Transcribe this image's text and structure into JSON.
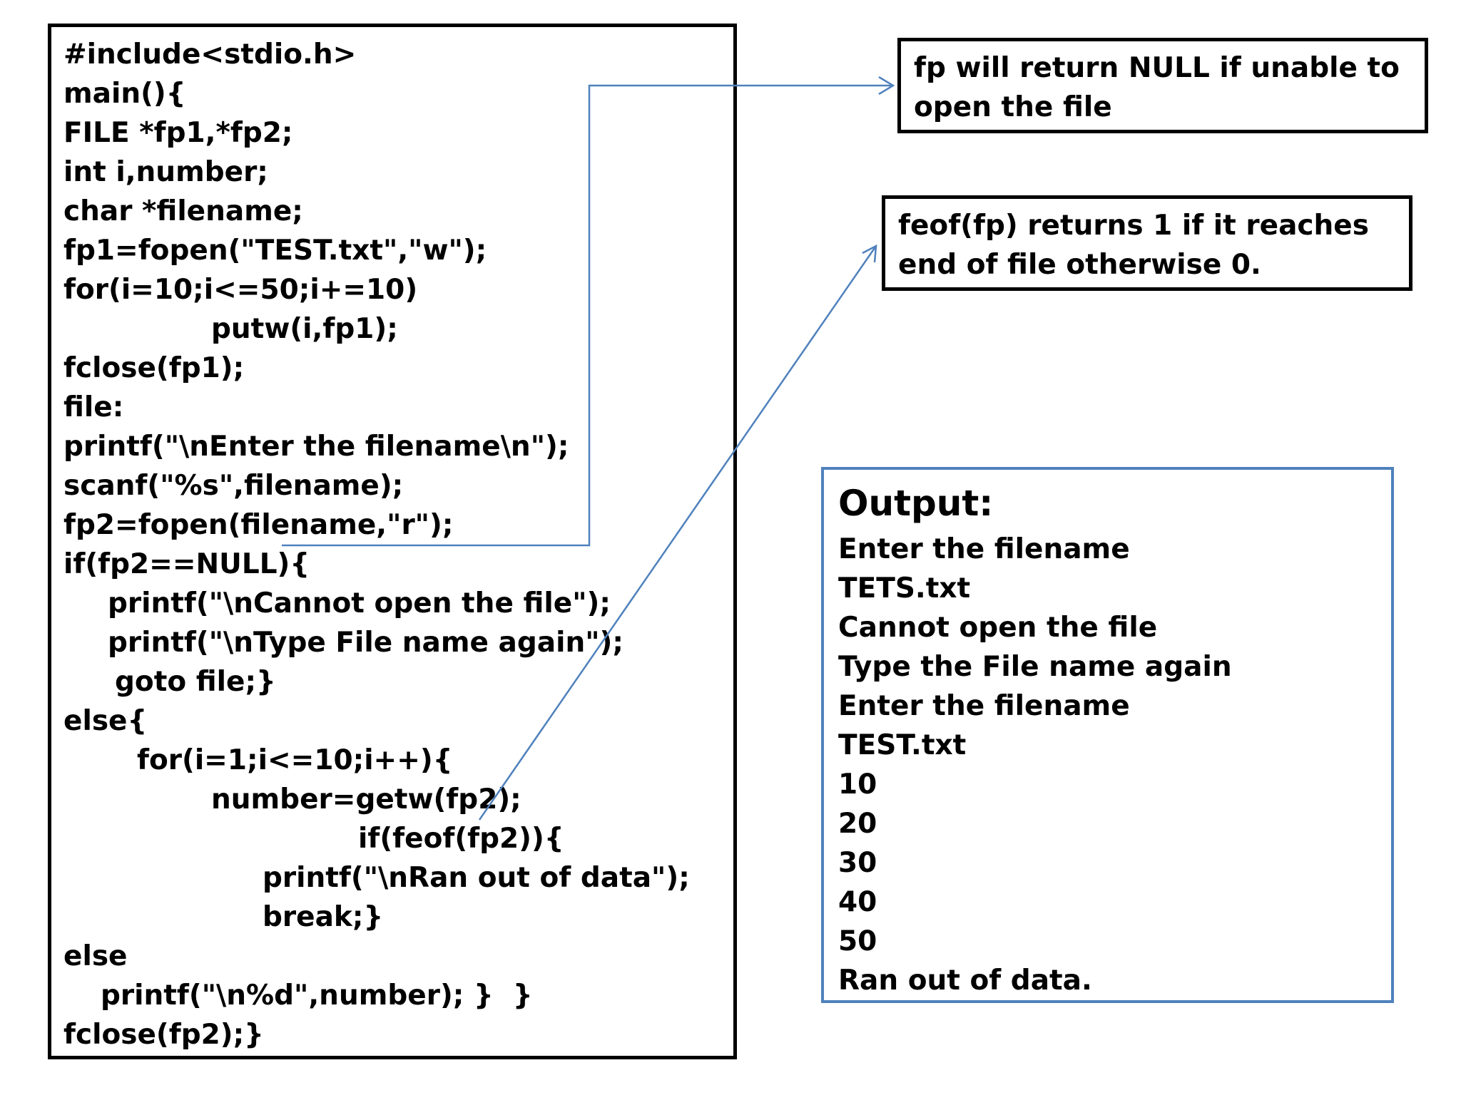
{
  "code": {
    "lines": [
      "#include<stdio.h>",
      "main(){",
      "FILE *fp1,*fp2;",
      "int i,number;",
      "char *filename;",
      "fp1=fopen(\"TEST.txt\",\"w\");",
      "for(i=10;i<=50;i+=10)",
      "putw(i,fp1);",
      "fclose(fp1);",
      "file:",
      "printf(\"\\nEnter the filename\\n\");",
      "scanf(\"%s\",filename);",
      "fp2=fopen(filename,\"r\");",
      "if(fp2==NULL){",
      "printf(\"\\nCannot open the file\");",
      "printf(\"\\nType File name again\");",
      "goto file;}",
      "else{",
      "for(i=1;i<=10;i++){",
      "number=getw(fp2);",
      "if(feof(fp2)){",
      "printf(\"\\nRan out of data\");",
      "break;}",
      "else",
      "printf(\"\\n%d\",number); }  }",
      "fclose(fp2);}"
    ]
  },
  "notes": {
    "null_note": "fp will return NULL if unable to open the file",
    "feof_note": "feof(fp) returns 1 if it reaches end of file otherwise 0."
  },
  "output": {
    "title": "Output:",
    "lines": [
      "Enter the filename",
      "TETS.txt",
      "Cannot open the file",
      "Type the File name again",
      "Enter the filename",
      "TEST.txt",
      "10",
      "20",
      "30",
      "40",
      "50",
      "Ran out of data."
    ]
  },
  "colors": {
    "connector": "#4f81bd",
    "output_border": "#4f81bd",
    "box_border": "#000000"
  }
}
